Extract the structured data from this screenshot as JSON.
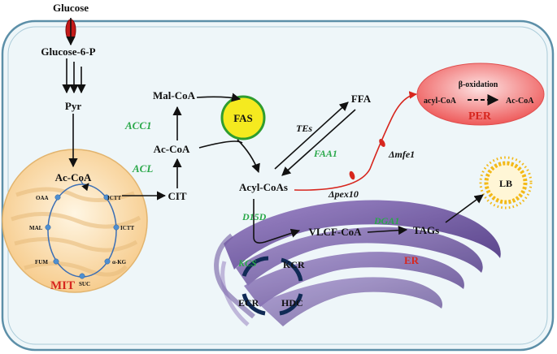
{
  "metabolites": {
    "glucose": "Glucose",
    "glucose6p": "Glucose-6-P",
    "pyr": "Pyr",
    "ac_coa_mit": "Ac-CoA",
    "mal_coa": "Mal-CoA",
    "ac_coa": "Ac-CoA",
    "cit": "CIT",
    "ffa": "FFA",
    "acyl_coas": "Acyl-CoAs",
    "vlcf_coa": "VLCF-CoA",
    "tags": "TAGs",
    "kcr": "KCR",
    "ecr": "ECR",
    "hdc": "HDC"
  },
  "tca": {
    "oaa": "OAA",
    "mal": "MAL",
    "fum": "FUM",
    "suc": "SUC",
    "akg": "α-KG",
    "ictt_left": "ICTT",
    "ictt_right": "ICTT"
  },
  "enzymes": {
    "acc1": "ACC1",
    "acl": "ACL",
    "faa1": "FAA1",
    "d15d": "D15D",
    "dga1": "DGA1",
    "kcs": "KCS"
  },
  "other_labels": {
    "tes": "TEs",
    "fas": "FAS",
    "lb": "LB"
  },
  "deletions": {
    "mfe1": "Δmfe1",
    "pex10": "Δpex10"
  },
  "organelles": {
    "mit": "MIT",
    "er": "ER",
    "per": "PER",
    "beta_oxidation": "β-oxidation",
    "per_acyl_coa": "acyl-CoA",
    "per_ac_coa": "Ac-CoA"
  },
  "colors": {
    "enzyme_green": "#2aa84a",
    "deletion_red": "#d7261e",
    "per_fill": "#f06a6a",
    "fas_fill": "#f5ea1f",
    "mit_fill": "#fbd99a",
    "er_fill": "#7b5ea8",
    "cell_bg": "#eef6f9"
  }
}
